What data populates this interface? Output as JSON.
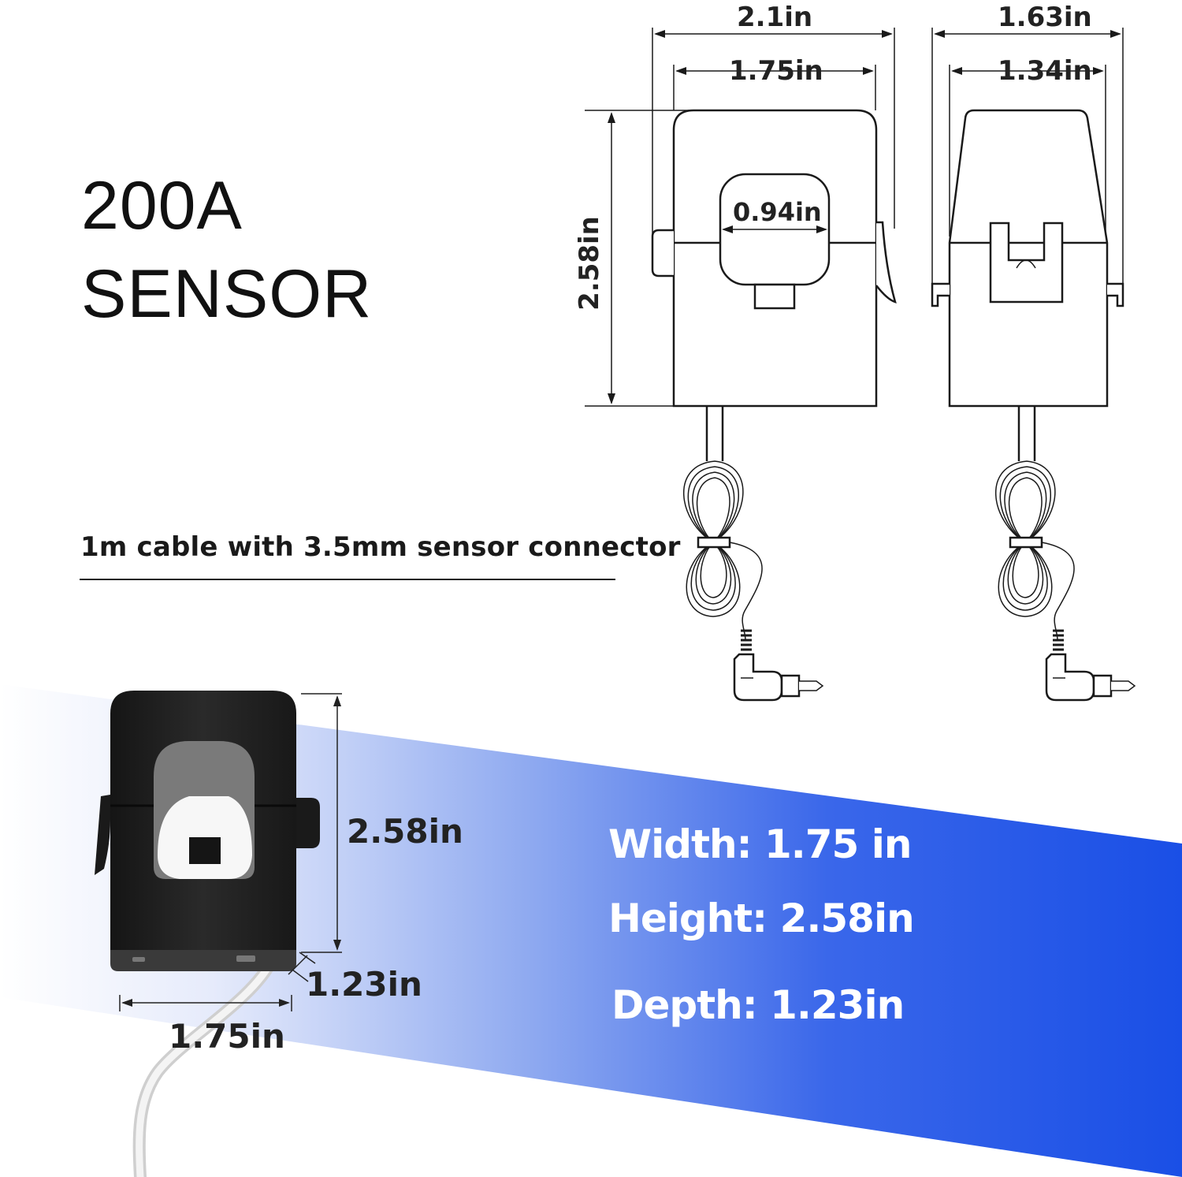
{
  "title": {
    "line1": "200A",
    "line2": "SENSOR"
  },
  "caption": "1m cable with 3.5mm sensor connector",
  "front_view": {
    "overall_width": "2.1in",
    "body_width": "1.75in",
    "aperture": "0.94in",
    "height": "2.58in"
  },
  "side_view": {
    "overall_depth": "1.63in",
    "body_depth": "1.34in"
  },
  "photo": {
    "height": "2.58in",
    "depth": "1.23in",
    "width": "1.75in"
  },
  "specs": {
    "width": "Width: 1.75 in",
    "height": "Height: 2.58in",
    "depth": "Depth: 1.23in"
  },
  "colors": {
    "gradient_start": "#ffffff",
    "gradient_end": "#1a4fe6",
    "sensor_body": "#1e1e1e",
    "line": "#1a1a1a"
  }
}
